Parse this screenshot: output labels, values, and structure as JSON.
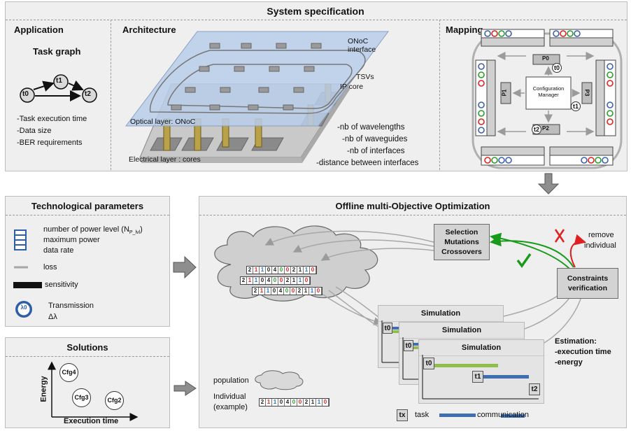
{
  "system_spec": {
    "title": "System specification",
    "application": {
      "header": "Application",
      "task_graph_title": "Task graph",
      "nodes": [
        "t0",
        "t1",
        "t2"
      ],
      "lines": [
        "-Task execution time",
        "-Data size",
        "-BER requirements"
      ]
    },
    "architecture": {
      "header": "Architecture",
      "onoc_interface": "ONoC\ninterface",
      "tsvs": "TSVs",
      "ip_core": "IP core",
      "optical_layer": "Optical layer: ONoC",
      "electrical_layer": "Electrical layer : cores",
      "params": [
        "-nb of wavelengths",
        "-nb of waveguides",
        "-nb of interfaces",
        "-distance between interfaces"
      ]
    },
    "mapping": {
      "header": "Mapping",
      "config_manager": "Configuration\nManager",
      "p0": "P0",
      "p1": "P1",
      "p2": "P2",
      "p3": "P3",
      "t0": "t0",
      "t1": "t1",
      "t2": "t2"
    }
  },
  "tech": {
    "title": "Technological parameters",
    "power_lines": [
      "number of power level (NP_lvl)",
      "maximum power",
      "data rate"
    ],
    "loss": "loss",
    "sensitivity": "sensitivity",
    "transmission": "Transmission",
    "delta": "Δλ",
    "lambda_symbol": "λ0"
  },
  "solutions": {
    "title": "Solutions",
    "y_label": "Energy",
    "x_label": "Execution time",
    "cfgs": [
      "Cfg4",
      "Cfg3",
      "Cfg2"
    ]
  },
  "optimization": {
    "title": "Offline multi-Objective Optimization",
    "selection_box": [
      "Selection",
      "Mutations",
      "Crossovers"
    ],
    "remove": [
      "remove",
      "individual"
    ],
    "constraints": [
      "Constraints",
      "verification"
    ],
    "simulation_label": "Simulation",
    "estimation": [
      "Estimation:",
      "-execution time",
      "-energy"
    ],
    "population_label": "population",
    "individual_label": [
      "Individual",
      "(example)"
    ],
    "task_label": "task",
    "communication_label": "communication",
    "tasks": [
      "t0",
      "t1",
      "t2",
      "tx"
    ],
    "chromosome": [
      "2",
      "1",
      "1",
      "0",
      "4",
      "0",
      "0",
      "2",
      "1",
      "1",
      "0"
    ],
    "chromosome_colors": [
      "#222",
      "#e02020",
      "#1f6fd0",
      "#222",
      "#222",
      "#2a9d2a",
      "#e02020",
      "#222",
      "#222",
      "#1f6fd0",
      "#e02020"
    ]
  },
  "colors": {
    "panel": "#efefef",
    "arrow_gray": "#9b9b9b",
    "green": "#1a9a1a",
    "red": "#e02020",
    "blue_bar": "#3f6fb0",
    "green_bar": "#8fbf4a",
    "optical": "#b9cdea"
  }
}
